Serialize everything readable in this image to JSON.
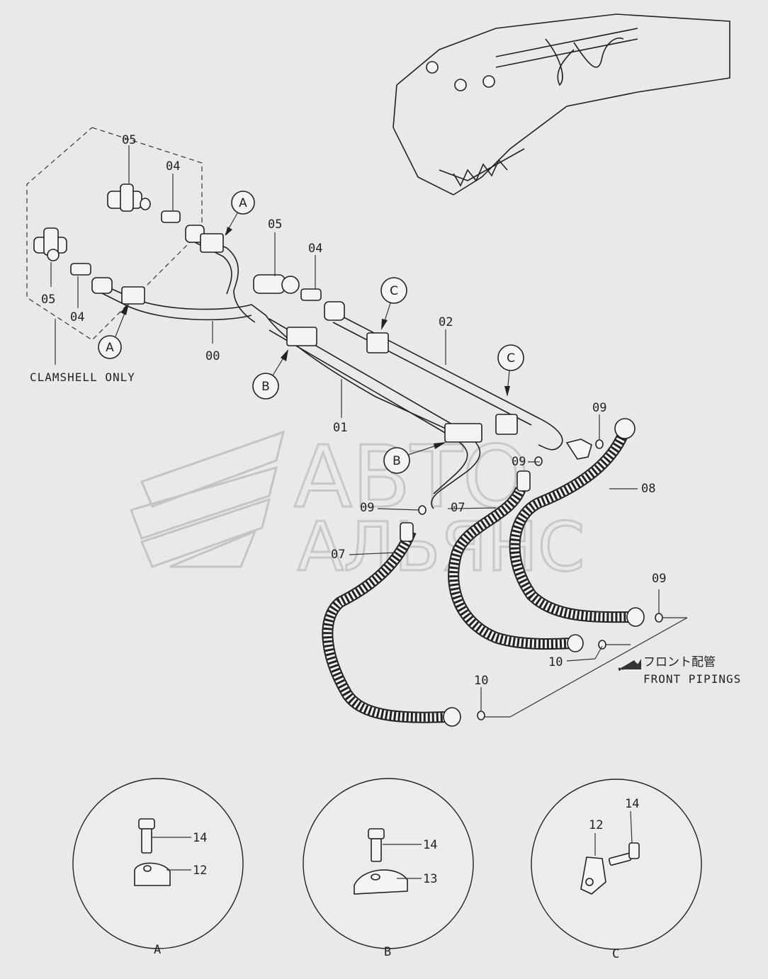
{
  "watermark": {
    "line1": "АВТО",
    "line2": "АЛЬЯНС"
  },
  "labels": {
    "clamshell_only": "CLAMSHELL ONLY",
    "front_pipings_jp": "フロント配管",
    "front_pipings": "FRONT PIPINGS"
  },
  "parts": {
    "p00": "00",
    "p01": "01",
    "p02": "02",
    "p04a": "04",
    "p04b": "04",
    "p04c": "04",
    "p05a": "05",
    "p05b": "05",
    "p05c": "05",
    "p07a": "07",
    "p07b": "07",
    "p08": "08",
    "p09a": "09",
    "p09b": "09",
    "p09c": "09",
    "p09d": "09",
    "p10a": "10",
    "p10b": "10"
  },
  "callouts": {
    "a1": "A",
    "a2": "A",
    "b1": "B",
    "b2": "B",
    "c1": "C",
    "c2": "C"
  },
  "details": {
    "A": {
      "caption": "A",
      "bolt": "14",
      "clamp": "12"
    },
    "B": {
      "caption": "B",
      "bolt": "14",
      "clamp": "13"
    },
    "C": {
      "caption": "C",
      "bolt": "14",
      "clamp": "12"
    }
  }
}
